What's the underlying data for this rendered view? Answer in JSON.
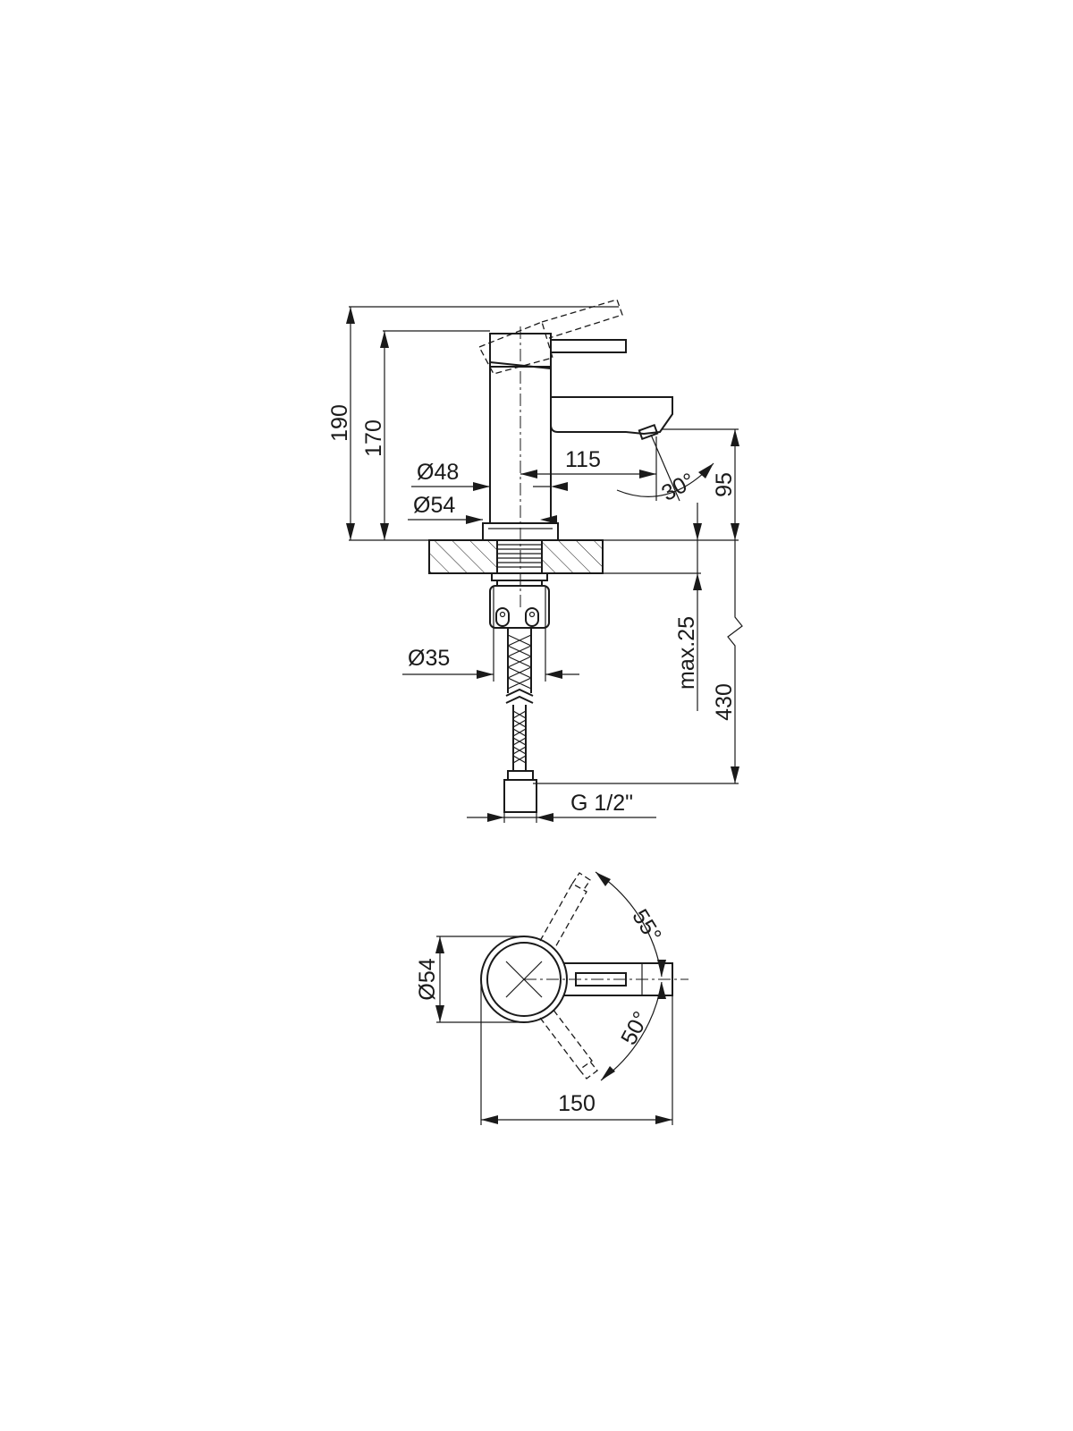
{
  "drawing": {
    "front_view": {
      "dims": {
        "height_total": "190",
        "height_body": "170",
        "diameter_body": "Ø48",
        "diameter_base": "Ø54",
        "spout_reach": "115",
        "spout_angle": "30°",
        "spout_height": "95",
        "max_counter_thickness": "max.25",
        "hose_length": "430",
        "shank_diameter": "Ø35",
        "connection_thread": "G 1/2\""
      }
    },
    "top_view": {
      "dims": {
        "diameter_base": "Ø54",
        "handle_angle_up": "55°",
        "handle_angle_down": "50°",
        "overall_length": "150"
      }
    }
  }
}
